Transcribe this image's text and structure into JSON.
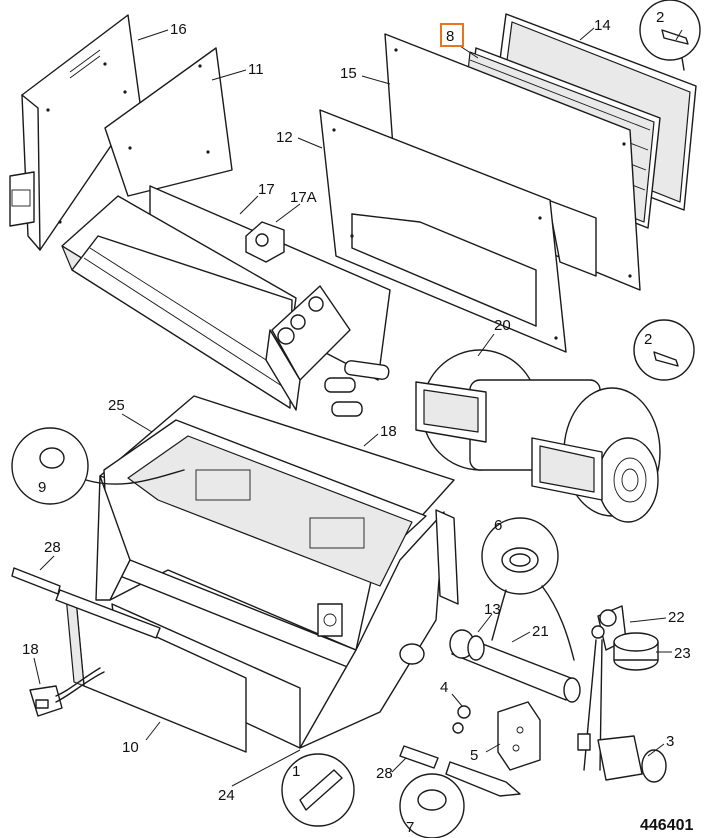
{
  "figure": {
    "reference_number": "446401",
    "highlighted_part": "8",
    "highlight_color": "#e8741c",
    "line_color": "#1a1a1a"
  },
  "callouts": [
    {
      "id": "c16",
      "text": "16"
    },
    {
      "id": "c11",
      "text": "11"
    },
    {
      "id": "c8",
      "text": "8"
    },
    {
      "id": "c14",
      "text": "14"
    },
    {
      "id": "c2a",
      "text": "2"
    },
    {
      "id": "c15",
      "text": "15"
    },
    {
      "id": "c12",
      "text": "12"
    },
    {
      "id": "c17",
      "text": "17"
    },
    {
      "id": "c17a",
      "text": "17A"
    },
    {
      "id": "c20",
      "text": "20"
    },
    {
      "id": "c2b",
      "text": "2"
    },
    {
      "id": "c25",
      "text": "25"
    },
    {
      "id": "c18a",
      "text": "18"
    },
    {
      "id": "c9",
      "text": "9"
    },
    {
      "id": "c28a",
      "text": "28"
    },
    {
      "id": "c6",
      "text": "6"
    },
    {
      "id": "c13",
      "text": "13"
    },
    {
      "id": "c21",
      "text": "21"
    },
    {
      "id": "c22",
      "text": "22"
    },
    {
      "id": "c23",
      "text": "23"
    },
    {
      "id": "c18b",
      "text": "18"
    },
    {
      "id": "c4",
      "text": "4"
    },
    {
      "id": "c5",
      "text": "5"
    },
    {
      "id": "c3",
      "text": "3"
    },
    {
      "id": "c10",
      "text": "10"
    },
    {
      "id": "c24",
      "text": "24"
    },
    {
      "id": "c1",
      "text": "1"
    },
    {
      "id": "c28b",
      "text": "28"
    },
    {
      "id": "c7",
      "text": "7"
    }
  ]
}
